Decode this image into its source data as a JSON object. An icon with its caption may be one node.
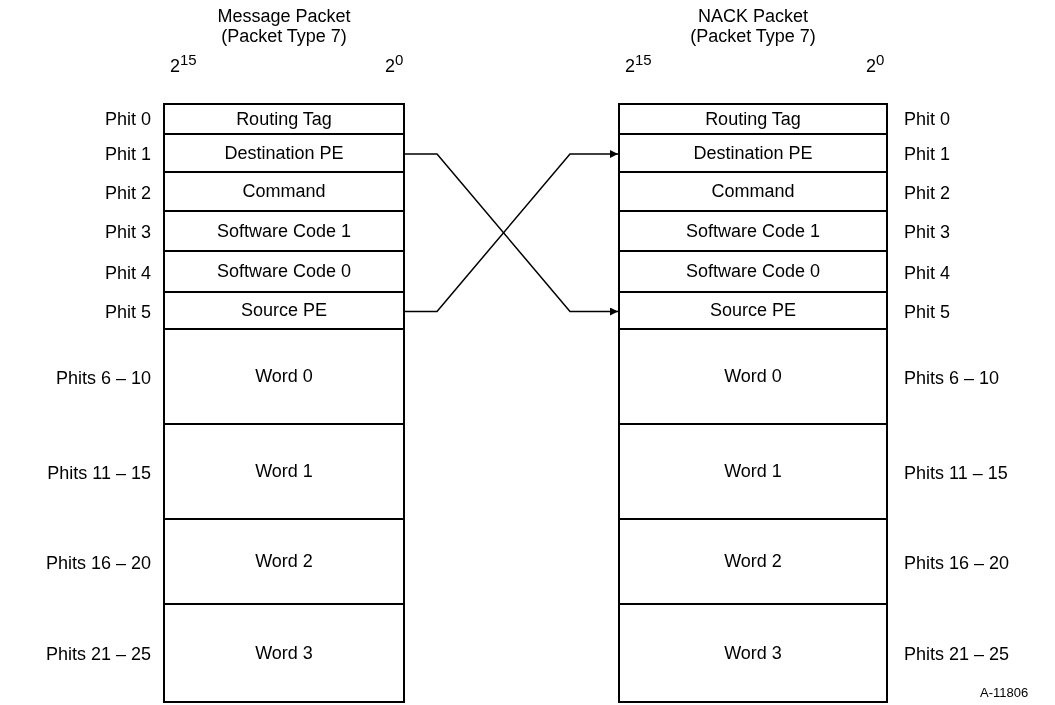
{
  "diagram": {
    "nodes": [
      {
        "text": [
          "Message Packet",
          "(Packet Type 7)"
        ]
      },
      {
        "text": [
          "Routing Tag"
        ],
        "in": 0,
        "beside": [
          "Phit 0"
        ]
      },
      {
        "text": [
          "Destination PE"
        ],
        "in": 0,
        "beside": [
          "Phit 1"
        ]
      },
      {
        "text": [
          "Command"
        ],
        "in": 0,
        "beside": [
          "Phit 2"
        ]
      },
      {
        "text": [
          "Software Code 1"
        ],
        "in": 0,
        "beside": [
          "Phit 3"
        ]
      },
      {
        "text": [
          "Software Code 0"
        ],
        "in": 0,
        "beside": [
          "Phit 4"
        ]
      },
      {
        "text": [
          "Source PE"
        ],
        "in": 0,
        "beside": [
          "Phit 5"
        ]
      },
      {
        "text": [
          "Word 0"
        ],
        "in": 0,
        "beside": [
          "Phits 6 – 10"
        ]
      },
      {
        "text": [
          "Word 1"
        ],
        "in": 0,
        "beside": [
          "Phits 11 – 15"
        ]
      },
      {
        "text": [
          "Word 2"
        ],
        "in": 0,
        "beside": [
          "Phits 16 – 20"
        ]
      },
      {
        "text": [
          "Word 3"
        ],
        "in": 0,
        "beside": [
          "Phits 21 – 25"
        ]
      },
      {
        "text": [
          "NACK Packet",
          "(Packet Type 7)"
        ]
      },
      {
        "text": [
          "Routing Tag"
        ],
        "in": 11,
        "beside": [
          "Phit 0"
        ]
      },
      {
        "text": [
          "Destination PE"
        ],
        "in": 11,
        "beside": [
          "Phit 1"
        ]
      },
      {
        "text": [
          "Command"
        ],
        "in": 11,
        "beside": [
          "Phit 2"
        ]
      },
      {
        "text": [
          "Software Code 1"
        ],
        "in": 11,
        "beside": [
          "Phit 3"
        ]
      },
      {
        "text": [
          "Software Code 0"
        ],
        "in": 11,
        "beside": [
          "Phit 4"
        ]
      },
      {
        "text": [
          "Source PE"
        ],
        "in": 11,
        "beside": [
          "Phit 5"
        ]
      },
      {
        "text": [
          "Word 0"
        ],
        "in": 11,
        "beside": [
          "Phits 6 – 10"
        ]
      },
      {
        "text": [
          "Word 1"
        ],
        "in": 11,
        "beside": [
          "Phits 11 – 15"
        ]
      },
      {
        "text": [
          "Word 2"
        ],
        "in": 11,
        "beside": [
          "Phits 16 – 20"
        ]
      },
      {
        "text": [
          "Word 3"
        ],
        "in": 11,
        "beside": [
          "Phits 21 – 25"
        ]
      }
    ],
    "edges": [
      {
        "from": 2,
        "to": 17,
        "arrow": "to"
      },
      {
        "from": 6,
        "to": 13,
        "arrow": "to"
      }
    ],
    "labels": [
      "2$^{15}$",
      "2$^{0}$",
      "2$^{15}$",
      "2$^{0}$",
      "A-11806"
    ]
  }
}
